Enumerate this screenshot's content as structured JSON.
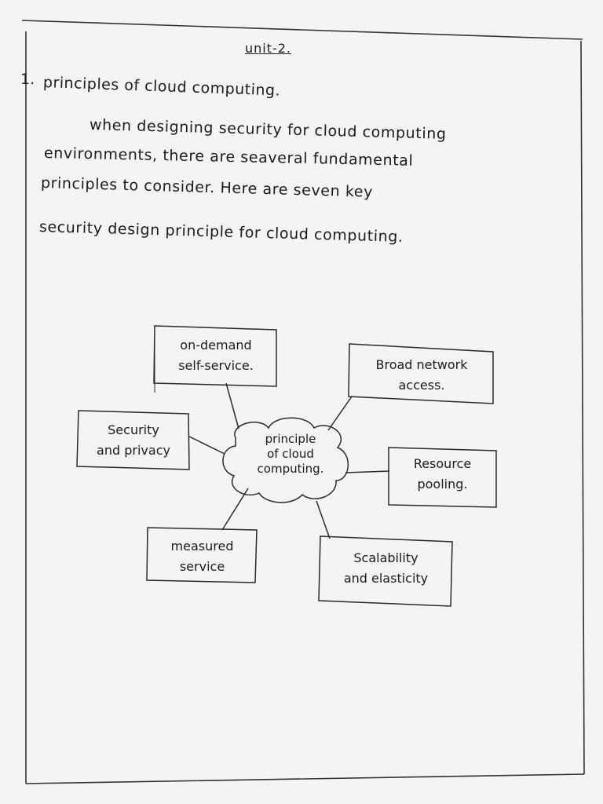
{
  "heading": "unit-2.",
  "question": {
    "number": "1.",
    "title": "principles of cloud computing."
  },
  "paragraph": {
    "lines": [
      "when designing security for cloud computing",
      "environments, there are seaveral fundamental",
      "principles to consider. Here are seven key",
      "security design principle for cloud computing."
    ]
  },
  "diagram": {
    "center": [
      "principle",
      "of cloud",
      "computing."
    ],
    "nodes": [
      {
        "id": "on-demand-self-service",
        "lines": [
          "on-demand",
          "self-service."
        ]
      },
      {
        "id": "broad-network-access",
        "lines": [
          "Broad network",
          "access."
        ]
      },
      {
        "id": "security-and-privacy",
        "lines": [
          "Security",
          "and privacy"
        ]
      },
      {
        "id": "resource-pooling",
        "lines": [
          "Resource",
          "pooling."
        ]
      },
      {
        "id": "measured-service",
        "lines": [
          "measured",
          "service"
        ]
      },
      {
        "id": "scalability-and-elasticity",
        "lines": [
          "Scalability",
          "and elasticity"
        ]
      }
    ]
  }
}
